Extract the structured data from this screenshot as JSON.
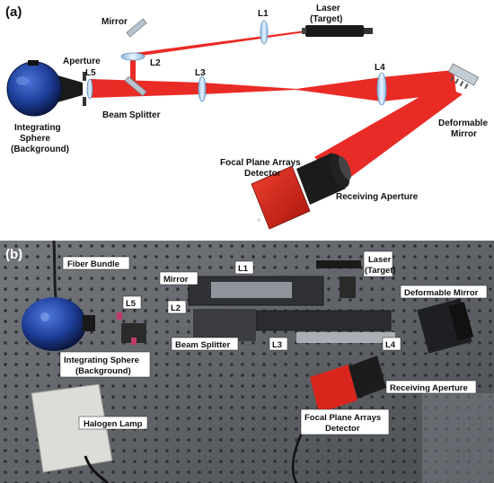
{
  "panel_a": {
    "letter": "(a)",
    "labels": {
      "laser_line1": "Laser",
      "laser_line2": "(Target)",
      "l1": "L1",
      "mirror": "Mirror",
      "l2": "L2",
      "aperture": "Aperture",
      "l5": "L5",
      "l3": "L3",
      "l4": "L4",
      "beam_splitter": "Beam Splitter",
      "sphere_line1": "Integrating",
      "sphere_line2": "Sphere",
      "sphere_line3": "(Background)",
      "deformable_line1": "Deformable",
      "deformable_line2": "Mirror",
      "fpa_line1": "Focal Plane Arrays",
      "fpa_line2": "Detector",
      "receiving_aperture": "Receiving Aperture"
    }
  },
  "panel_b": {
    "letter": "(b)",
    "labels": {
      "fiber_bundle": "Fiber Bundle",
      "l1": "L1",
      "mirror": "Mirror",
      "laser_line1": "Laser",
      "laser_line2": "(Target)",
      "deformable_mirror": "Deformable Mirror",
      "l5": "L5",
      "l2": "L2",
      "beam_splitter": "Beam Splitter",
      "l3": "L3",
      "l4": "L4",
      "sphere_line1": "Integrating Sphere",
      "sphere_line2": "(Background)",
      "receiving_aperture": "Receiving Aperture",
      "halogen_lamp": "Halogen Lamp",
      "fpa_line1": "Focal Plane Arrays",
      "fpa_line2": "Detector"
    }
  },
  "colors": {
    "beam": "#e8201b",
    "sphere": "#1f3f9a",
    "detector": "#d8261c",
    "lens": "#b8d8f0",
    "table": "#5a5d62"
  }
}
